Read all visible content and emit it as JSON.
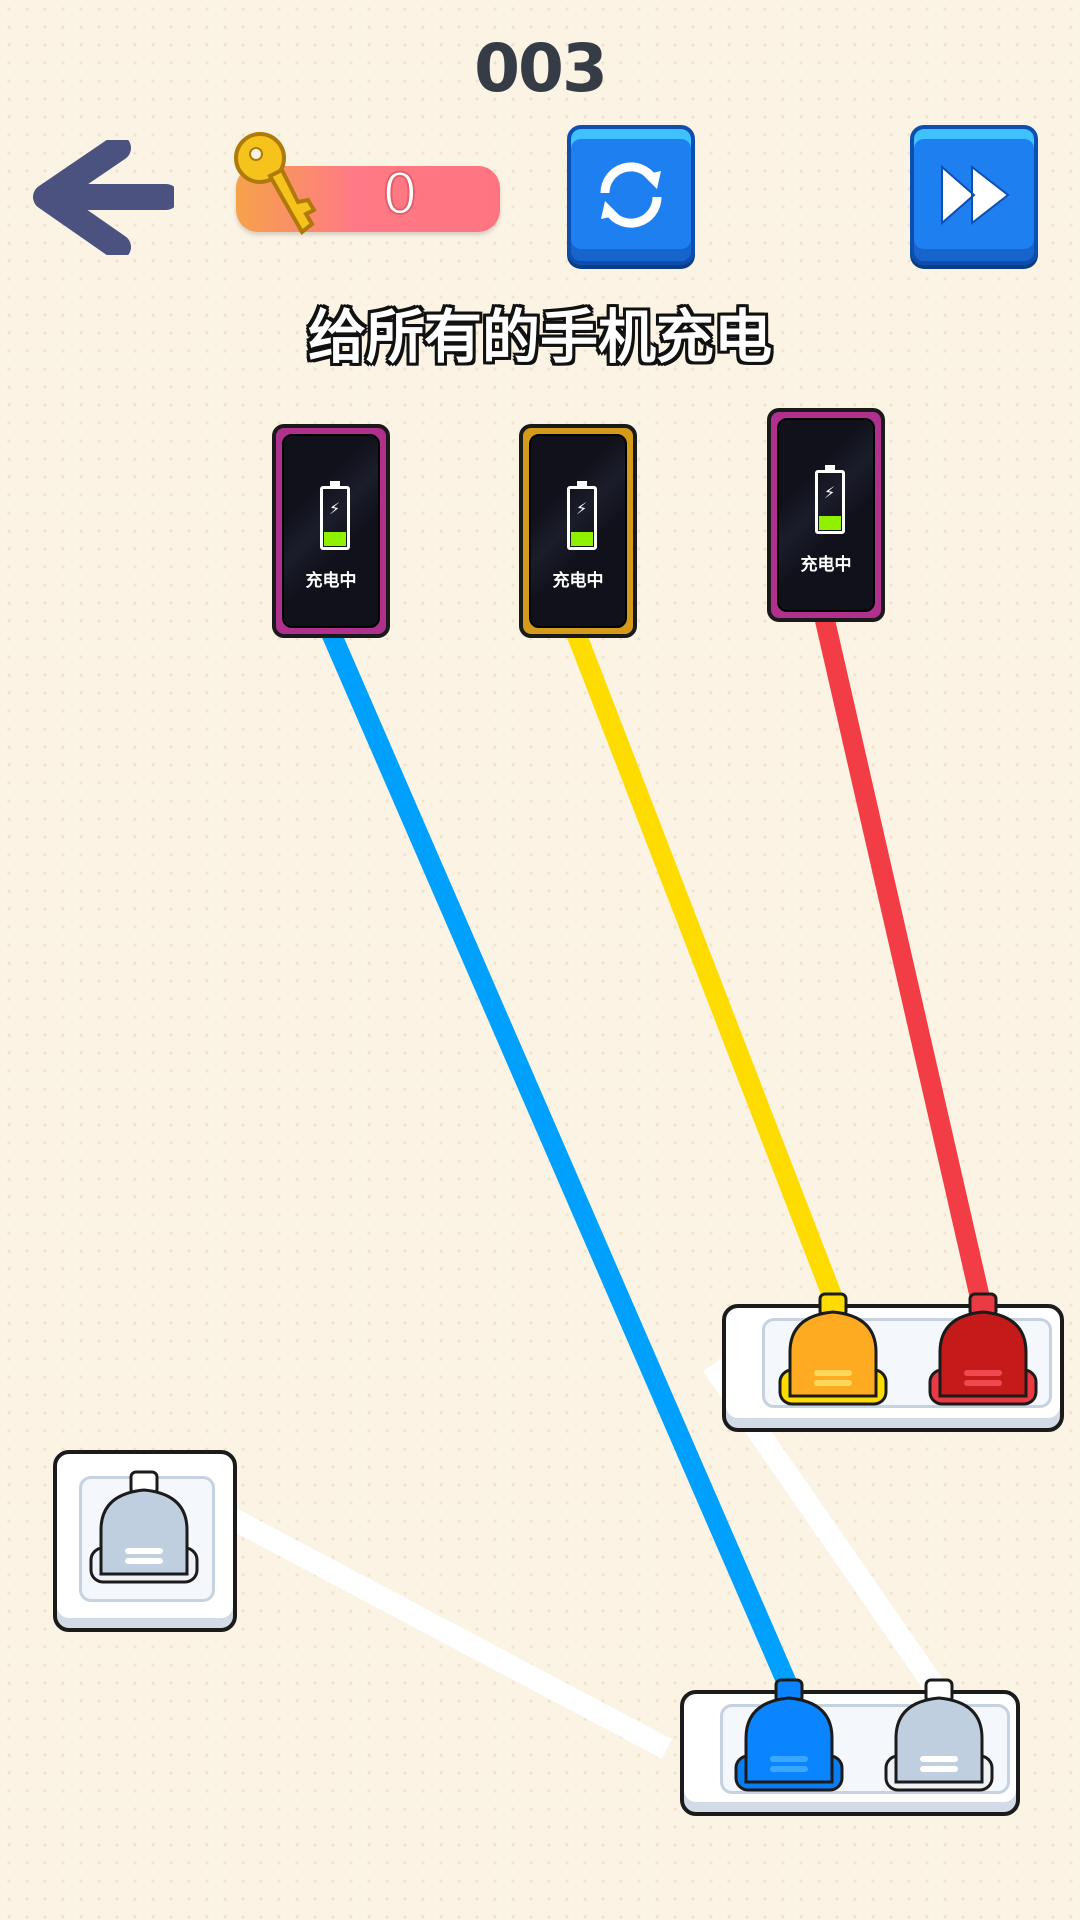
{
  "header": {
    "level": "003",
    "key_count": "0",
    "instruction": "给所有的手机充电"
  },
  "icons": {
    "back": "arrow-left-icon",
    "key": "key-icon",
    "refresh": "refresh-icon",
    "skip": "fast-forward-icon"
  },
  "phones": [
    {
      "status": "充电中",
      "frame_color": "#b0308e",
      "cable_color": "#00a0ff",
      "battery_level": 0.25
    },
    {
      "status": "充电中",
      "frame_color": "#d49a1a",
      "cable_color": "#ffdc00",
      "battery_level": 0.25
    },
    {
      "status": "充电中",
      "frame_color": "#b0308e",
      "cable_color": "#f23c46",
      "battery_level": 0.25
    }
  ],
  "colors": {
    "background": "#fbf3e3",
    "button_blue": "#1e7ff0",
    "blue_plug": "#0a84ff",
    "orange_plug": "#ffab22",
    "red_plug": "#c41a1a",
    "grey_plug": "#bfcfdf"
  }
}
